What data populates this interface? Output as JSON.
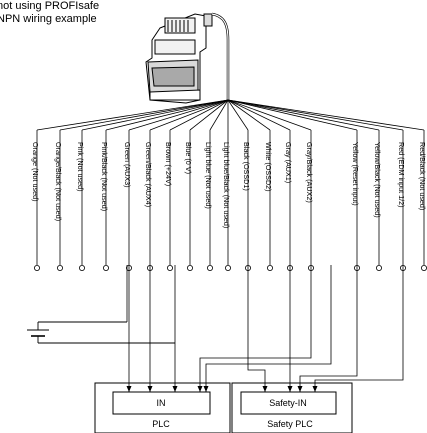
{
  "header": {
    "line1": "not using PROFIsafe",
    "line2": "NPN wiring example"
  },
  "wires": [
    {
      "label": "Orange (Not used)"
    },
    {
      "label": "Orange/Black (Not used)"
    },
    {
      "label": "Pink (Not used)"
    },
    {
      "label": "Pink/Black (Not used)"
    },
    {
      "label": "Green (AUX3)"
    },
    {
      "label": "Green/Black (AUX4)"
    },
    {
      "label": "Brown (+24V)"
    },
    {
      "label": "Blue (0 V)"
    },
    {
      "label": "Light blue (Not used)"
    },
    {
      "label": "Light blue/Black (Not used)"
    },
    {
      "label": "Black (OSSD1)"
    },
    {
      "label": "White (OSSD2)"
    },
    {
      "label": "Gray (AUX1)"
    },
    {
      "label": "Gray/Black (AUX2)"
    },
    {
      "label": "Yellow (Reset input)"
    },
    {
      "label": "Yellow/Black (Not used)"
    },
    {
      "label": "Red (EDM input 1/2)"
    },
    {
      "label": "Red/Black (Not used)"
    }
  ],
  "boxes": {
    "plc_in": "IN",
    "plc": "PLC",
    "safety_in": "Safety-IN",
    "safety_plc": "Safety PLC"
  }
}
